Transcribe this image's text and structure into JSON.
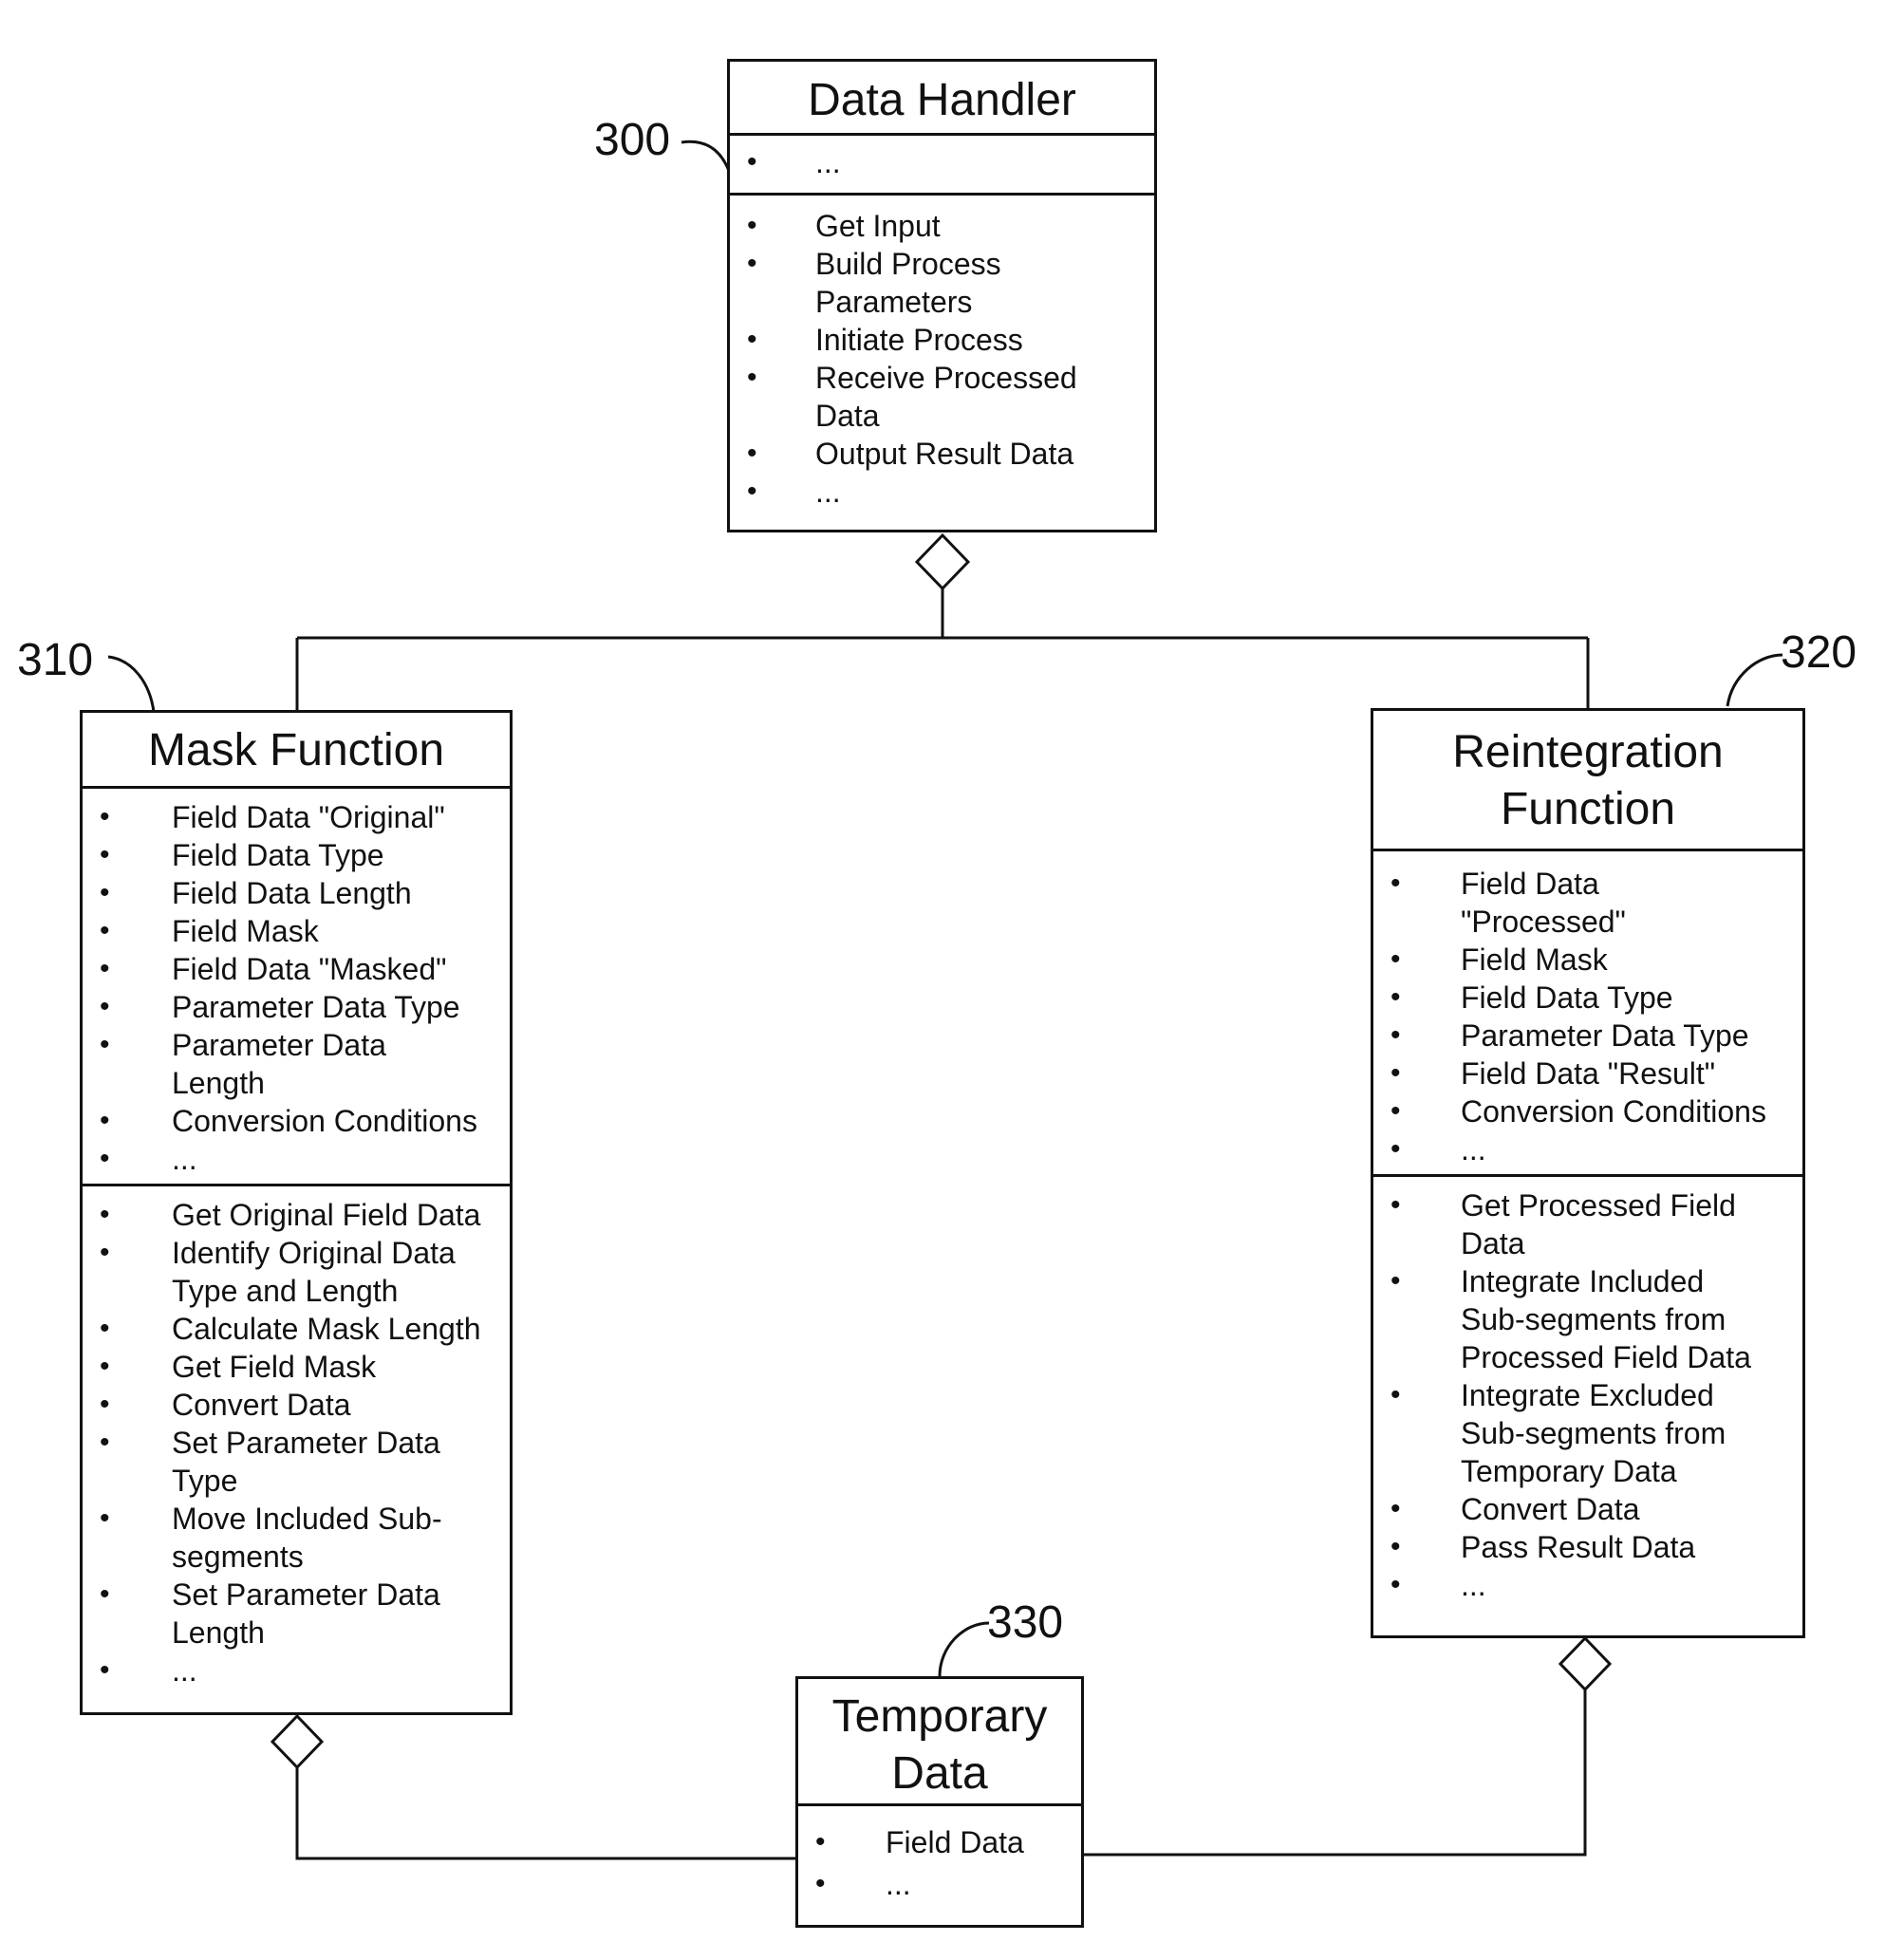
{
  "references": {
    "data_handler": "300",
    "mask_function": "310",
    "reintegration_function": "320",
    "temporary_data": "330"
  },
  "data_handler": {
    "title": "Data Handler",
    "attributes": [
      "..."
    ],
    "methods": [
      "Get Input",
      "Build Process Parameters",
      "Initiate Process",
      "Receive Processed Data",
      "Output Result Data",
      "..."
    ]
  },
  "mask_function": {
    "title": "Mask Function",
    "attributes": [
      "Field Data \"Original\"",
      "Field Data Type",
      "Field Data Length",
      "Field Mask",
      "Field Data \"Masked\"",
      "Parameter Data Type",
      "Parameter Data Length",
      "Conversion Conditions",
      "..."
    ],
    "methods": [
      "Get Original Field Data",
      "Identify Original Data Type and Length",
      "Calculate Mask Length",
      "Get Field Mask",
      "Convert Data",
      "Set Parameter Data Type",
      "Move Included Sub-segments",
      "Set Parameter Data Length",
      "..."
    ]
  },
  "reintegration_function": {
    "title": "Reintegration Function",
    "attributes": [
      "Field Data \"Processed\"",
      "Field Mask",
      "Field Data Type",
      "Parameter Data Type",
      "Field Data \"Result\"",
      "Conversion Conditions",
      "..."
    ],
    "methods": [
      "Get Processed Field Data",
      "Integrate Included Sub-segments from Processed Field Data",
      "Integrate Excluded Sub-segments from Temporary Data",
      "Convert Data",
      "Pass Result Data",
      "..."
    ]
  },
  "temporary_data": {
    "title": "Temporary Data",
    "attributes": [
      "Field Data",
      "..."
    ]
  }
}
